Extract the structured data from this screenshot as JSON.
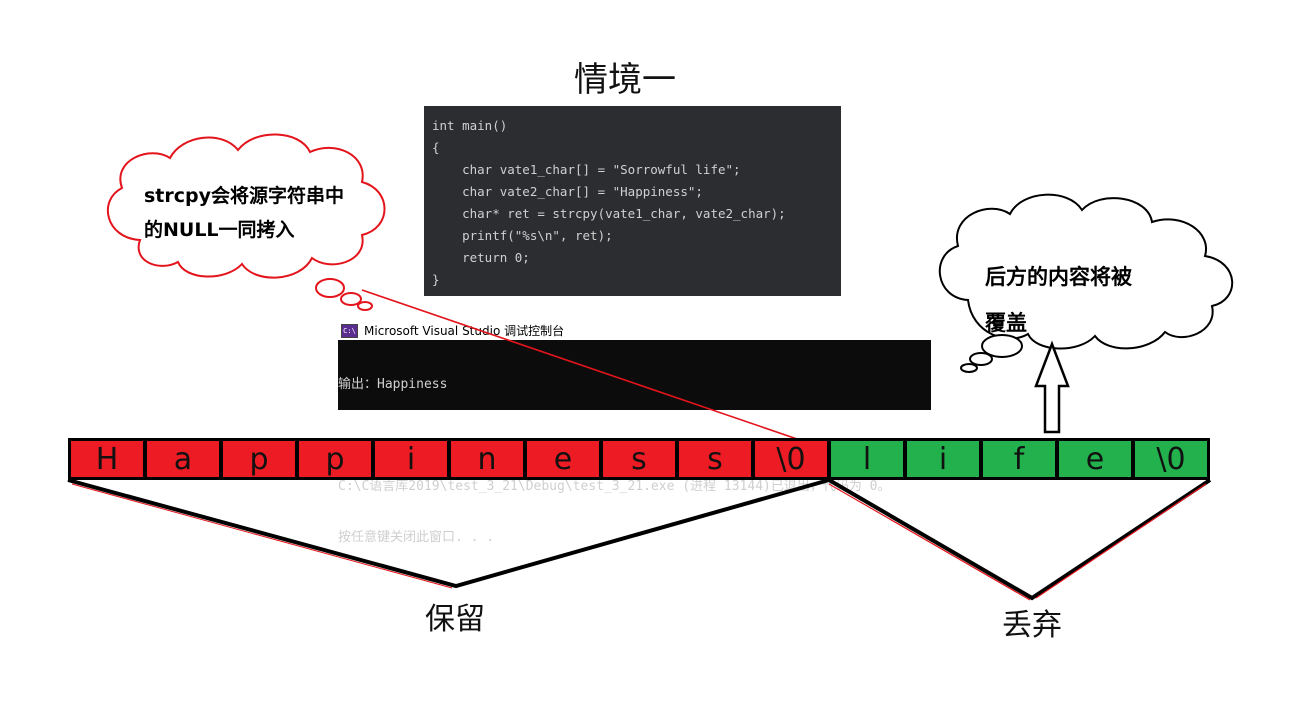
{
  "title": "情境一",
  "code_lines": [
    "int main()",
    "{",
    "    char vate1_char[] = \"Sorrowful life\";",
    "    char vate2_char[] = \"Happiness\";",
    "    char* ret = strcpy(vate1_char, vate2_char);",
    "    printf(\"%s\\n\", ret);",
    "    return 0;",
    "}"
  ],
  "console": {
    "icon_label": "C:\\",
    "title": "Microsoft Visual Studio 调试控制台",
    "lines": [
      "输出：Happiness",
      "",
      "C:\\C语言库2019\\test_3_21\\Debug\\test_3_21.exe (进程 13144)已退出，代码为 0。",
      "按任意键关闭此窗口. . ."
    ]
  },
  "cloud_left": {
    "line1": "strcpy会将源字符串中",
    "line2": "的NULL一同拷入"
  },
  "cloud_right": {
    "line1": "后方的内容将被",
    "line2": "覆盖"
  },
  "array_cells": [
    {
      "char": "H",
      "color": "#ed1c24"
    },
    {
      "char": "a",
      "color": "#ed1c24"
    },
    {
      "char": "p",
      "color": "#ed1c24"
    },
    {
      "char": "p",
      "color": "#ed1c24"
    },
    {
      "char": "i",
      "color": "#ed1c24"
    },
    {
      "char": "n",
      "color": "#ed1c24"
    },
    {
      "char": "e",
      "color": "#ed1c24"
    },
    {
      "char": "s",
      "color": "#ed1c24"
    },
    {
      "char": "s",
      "color": "#ed1c24"
    },
    {
      "char": "\\0",
      "color": "#ed1c24"
    },
    {
      "char": "l",
      "color": "#22b14c"
    },
    {
      "char": "i",
      "color": "#22b14c"
    },
    {
      "char": "f",
      "color": "#22b14c"
    },
    {
      "char": "e",
      "color": "#22b14c"
    },
    {
      "char": "\\0",
      "color": "#22b14c"
    }
  ],
  "label_keep": "保留",
  "label_drop": "丢弃",
  "colors": {
    "kept": "#ed1c24",
    "overwritten": "#22b14c",
    "code_bg": "#2b2d31",
    "console_bg": "#0c0c0c",
    "cloud_outline": "#e3141b"
  }
}
